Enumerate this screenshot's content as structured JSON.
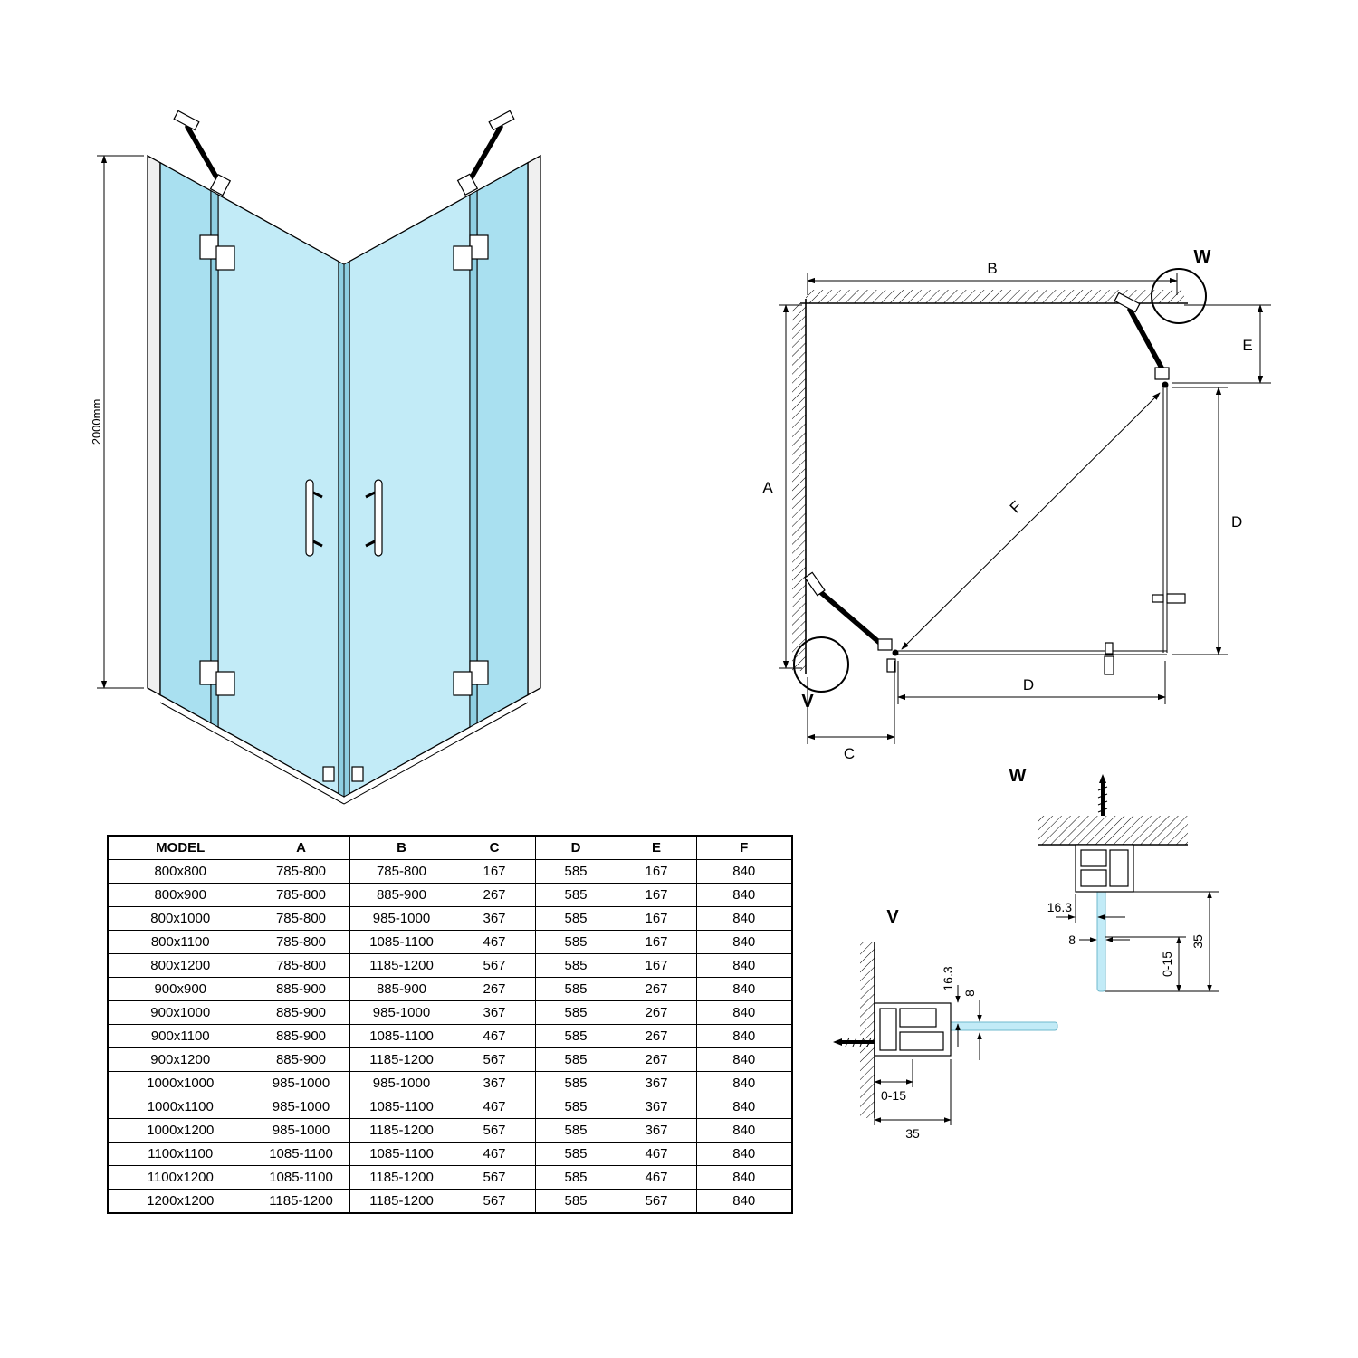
{
  "front_view": {
    "height_dim": "2000mm"
  },
  "plan_view": {
    "dim_a": "A",
    "dim_b": "B",
    "dim_c": "C",
    "dim_d_right": "D",
    "dim_d_bottom": "D",
    "dim_e": "E",
    "dim_f": "F",
    "detail_w_ref": "W",
    "detail_v_ref": "V"
  },
  "detail_w": {
    "title": "W",
    "dim_163": "16.3",
    "dim_8": "8",
    "dim_015": "0-15",
    "dim_35": "35"
  },
  "detail_v": {
    "title": "V",
    "dim_163": "16.3",
    "dim_8": "8",
    "dim_015": "0-15",
    "dim_35": "35"
  },
  "table": {
    "columns": [
      "MODEL",
      "A",
      "B",
      "C",
      "D",
      "E",
      "F"
    ],
    "rows": [
      [
        "800x800",
        "785-800",
        "785-800",
        "167",
        "585",
        "167",
        "840"
      ],
      [
        "800x900",
        "785-800",
        "885-900",
        "267",
        "585",
        "167",
        "840"
      ],
      [
        "800x1000",
        "785-800",
        "985-1000",
        "367",
        "585",
        "167",
        "840"
      ],
      [
        "800x1100",
        "785-800",
        "1085-1100",
        "467",
        "585",
        "167",
        "840"
      ],
      [
        "800x1200",
        "785-800",
        "1185-1200",
        "567",
        "585",
        "167",
        "840"
      ],
      [
        "900x900",
        "885-900",
        "885-900",
        "267",
        "585",
        "267",
        "840"
      ],
      [
        "900x1000",
        "885-900",
        "985-1000",
        "367",
        "585",
        "267",
        "840"
      ],
      [
        "900x1100",
        "885-900",
        "1085-1100",
        "467",
        "585",
        "267",
        "840"
      ],
      [
        "900x1200",
        "885-900",
        "1185-1200",
        "567",
        "585",
        "267",
        "840"
      ],
      [
        "1000x1000",
        "985-1000",
        "985-1000",
        "367",
        "585",
        "367",
        "840"
      ],
      [
        "1000x1100",
        "985-1000",
        "1085-1100",
        "467",
        "585",
        "367",
        "840"
      ],
      [
        "1000x1200",
        "985-1000",
        "1185-1200",
        "567",
        "585",
        "367",
        "840"
      ],
      [
        "1100x1100",
        "1085-1100",
        "1085-1100",
        "467",
        "585",
        "467",
        "840"
      ],
      [
        "1100x1200",
        "1085-1100",
        "1185-1200",
        "567",
        "585",
        "467",
        "840"
      ],
      [
        "1200x1200",
        "1185-1200",
        "1185-1200",
        "567",
        "585",
        "567",
        "840"
      ]
    ]
  },
  "colors": {
    "glass": "#c2ebf7",
    "glass_fixed": "#a9e0f0",
    "glass_stile": "#8ecfe2",
    "line": "#000000"
  }
}
